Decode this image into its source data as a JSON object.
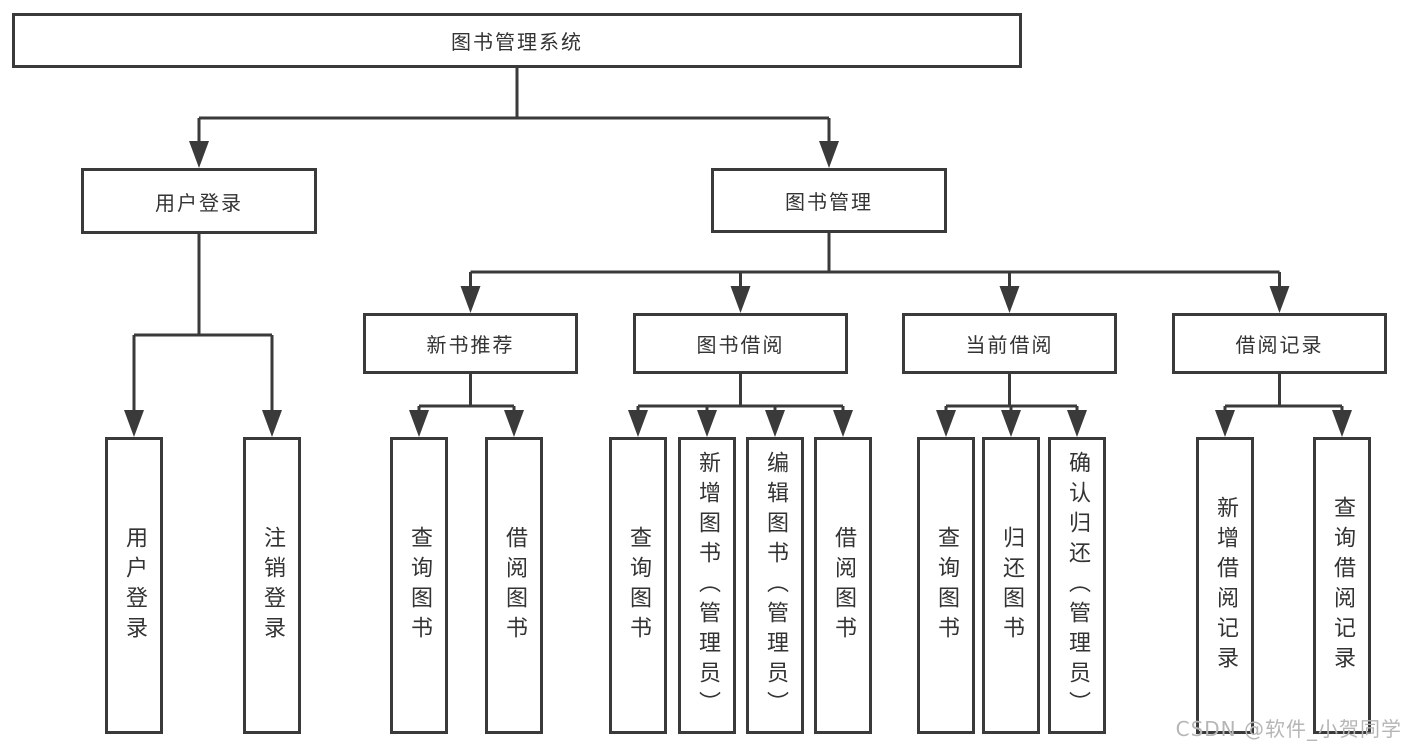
{
  "diagram": {
    "root_label": "图书管理系统",
    "user_login": {
      "label": "用户登录",
      "children": [
        {
          "label": "用户登录"
        },
        {
          "label": "注销登录"
        }
      ]
    },
    "book_mgmt": {
      "label": "图书管理",
      "sections": [
        {
          "label": "新书推荐",
          "children": [
            {
              "label": "查询图书"
            },
            {
              "label": "借阅图书"
            }
          ]
        },
        {
          "label": "图书借阅",
          "children": [
            {
              "label": "查询图书"
            },
            {
              "label": "新增图书（管理员）"
            },
            {
              "label": "编辑图书（管理员）"
            },
            {
              "label": "借阅图书"
            }
          ]
        },
        {
          "label": "当前借阅",
          "children": [
            {
              "label": "查询图书"
            },
            {
              "label": "归还图书"
            },
            {
              "label": "确认归还（管理员）"
            }
          ]
        },
        {
          "label": "借阅记录",
          "children": [
            {
              "label": "新增借阅记录"
            },
            {
              "label": "查询借阅记录"
            }
          ]
        }
      ]
    },
    "watermark": "CSDN @软件_小贺同学",
    "colors": {
      "line": "#3a3a3a",
      "text": "#333333",
      "background": "#ffffff",
      "watermark": "#b6b6b6"
    }
  }
}
